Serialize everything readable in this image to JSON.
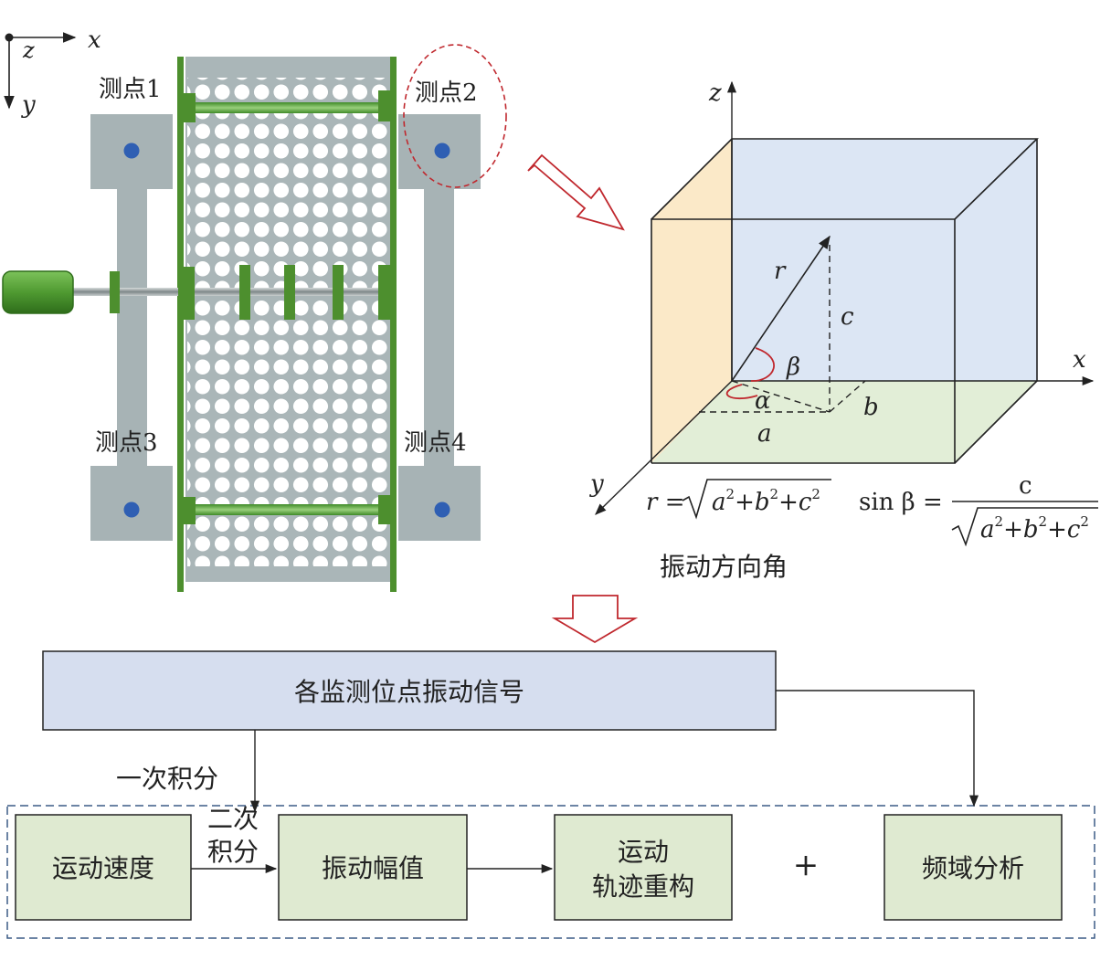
{
  "axes_small": {
    "x": "x",
    "y": "y",
    "z": "z"
  },
  "points": {
    "p1": "测点1",
    "p2": "测点2",
    "p3": "测点3",
    "p4": "测点4"
  },
  "cube": {
    "z": "z",
    "x": "x",
    "y": "y",
    "r": "r",
    "c": "c",
    "beta": "β",
    "alpha": "α",
    "a": "a",
    "b": "b"
  },
  "formulas": {
    "r_lhs": "r =",
    "r_radicand_a": "a",
    "r_radicand_b": "b",
    "r_radicand_c": "c",
    "plus": "+",
    "sup2": "2",
    "sin_lhs": "sin β =",
    "sin_num": "c",
    "s_radicand_a": "a",
    "s_radicand_b": "b",
    "s_radicand_c": "c"
  },
  "caption": "振动方向角",
  "flow": {
    "signal": "各监测位点振动信号",
    "first_integral": "一次积分",
    "second_integral_1": "二次",
    "second_integral_2": "积分",
    "velocity": "运动速度",
    "amplitude": "振动幅值",
    "trajectory_1": "运动",
    "trajectory_2": "轨迹重构",
    "plus": "+",
    "frequency": "频域分析"
  },
  "colors": {
    "frame_gray": "#a7b3b5",
    "green_dark": "#4d8f2e",
    "green_bright": "#5aa83a",
    "screen_gray": "#aab6b8",
    "hole": "#ffffff",
    "mount_dot": "#2f5fb3",
    "red_dash": "#c0282e",
    "face_blue": "#dce6f4",
    "face_yellow": "#fbe9c8",
    "face_green": "#e2eed7",
    "signal_box": "#d6deef",
    "step_box": "#dfead1"
  }
}
